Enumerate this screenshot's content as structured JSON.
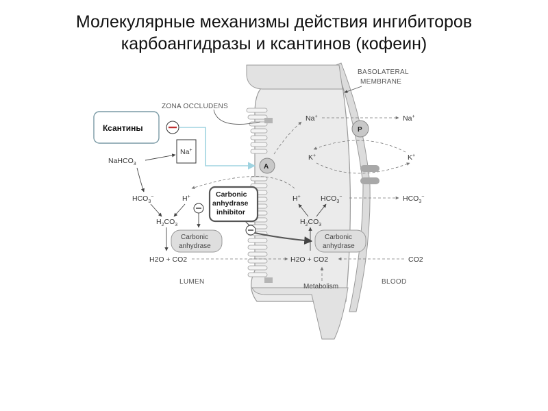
{
  "title": {
    "line1": "Молекулярные механизмы действия ингибиторов",
    "line2": "карбоангидразы и ксантинов (кофеин)"
  },
  "diagram": {
    "xanthines_label": "Ксантины",
    "minus_sign": "−",
    "basolateral_line1": "BASOLATERAL",
    "basolateral_line2": "MEMBRANE",
    "zona_occludens": "ZONA OCCLUDENS",
    "na_plus": "Na",
    "k_plus": "K",
    "plus": "+",
    "minus": "−",
    "pump_label": "P",
    "transporter_label": "A",
    "nahco3": "NaHCO",
    "hco3": "HCO",
    "h_plus": "H",
    "h2co3": "H",
    "co3": "CO",
    "sub2": "2",
    "sub3": "3",
    "inhibitor_line1": "Carbonic",
    "inhibitor_line2": "anhydrase",
    "inhibitor_line3": "inhibitor",
    "enzyme_line1": "Carbonic",
    "enzyme_line2": "anhydrase",
    "h2o_co2_left": "H2O + CO2",
    "h2o_co2_right": "H2O + CO2",
    "co2_blood": "CO2",
    "metabolism": "Metabolism",
    "lumen": "LUMEN",
    "blood": "BLOOD"
  },
  "colors": {
    "xanthine_arrow": "#9fd3e0",
    "cell_fill": "#ebebeb",
    "cell_stroke": "#9a9a9a",
    "minus_badge": "#c03030"
  }
}
